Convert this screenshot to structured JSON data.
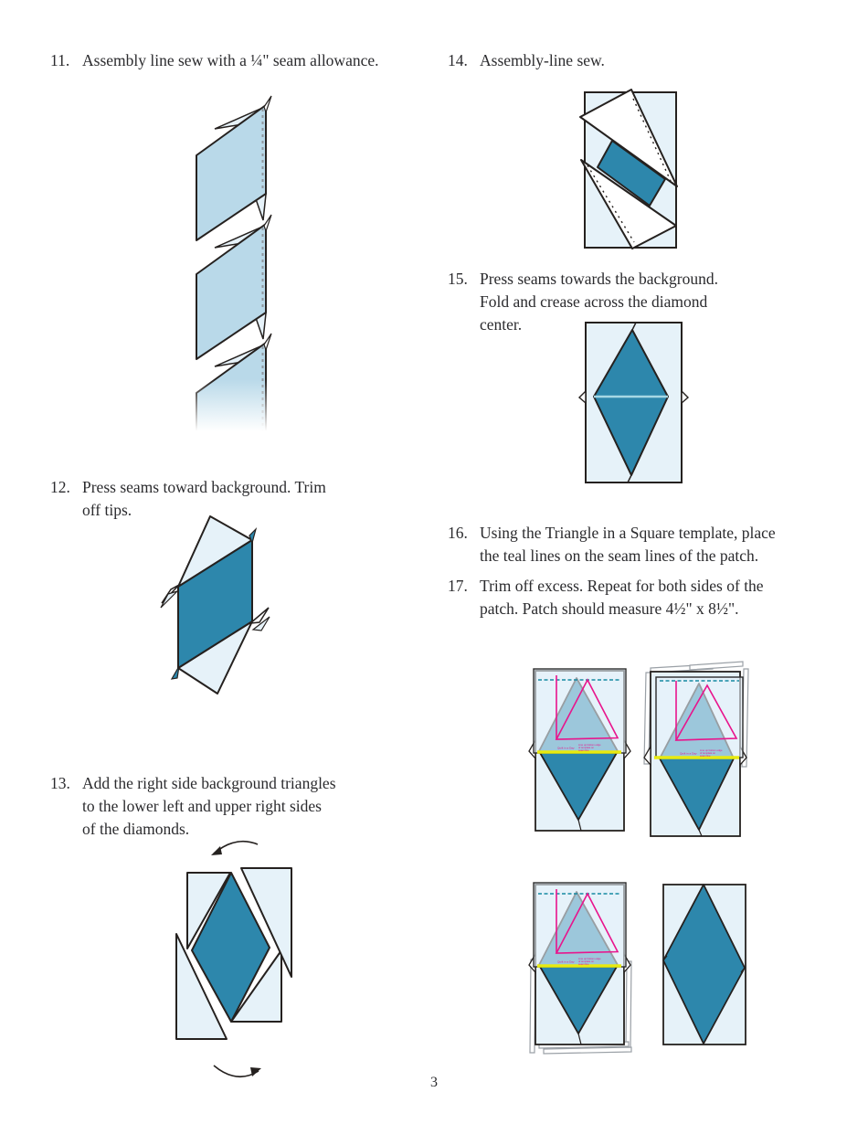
{
  "page": {
    "number": "3"
  },
  "steps": {
    "s11": {
      "num": "11.",
      "text": "Assembly line sew with a ¼\" seam allowance."
    },
    "s12": {
      "num": "12.",
      "text": "Press seams toward background. Trim\noff tips."
    },
    "s13": {
      "num": "13.",
      "text": "Add the right side background triangles\nto the lower left and upper right sides\nof the diamonds."
    },
    "s14": {
      "num": "14.",
      "text": "Assembly-line sew."
    },
    "s15": {
      "num": "15.",
      "text": "Press seams towards the background.\nFold and crease across the diamond\ncenter."
    },
    "s16": {
      "num": "16.",
      "text": "Using the Triangle in a Square template, place\nthe teal lines on the seam lines of the patch."
    },
    "s17": {
      "num": "17.",
      "text": "Trim off excess. Repeat for both sides of the\npatch. Patch should measure 4½\" x 8½\"."
    }
  },
  "template_print": {
    "brand": "Quilt in a Day",
    "line1": "Line up bottom edge",
    "line2": "of template on",
    "line3": "seam line"
  },
  "colors": {
    "teal": "#2d87ac",
    "light_blue": "#b9d9e9",
    "pale_blue": "#e6f2f9",
    "magenta": "#e8148c",
    "yellow": "#e8ea0f",
    "dash_teal": "#1789a2",
    "outline": "#25211f"
  }
}
